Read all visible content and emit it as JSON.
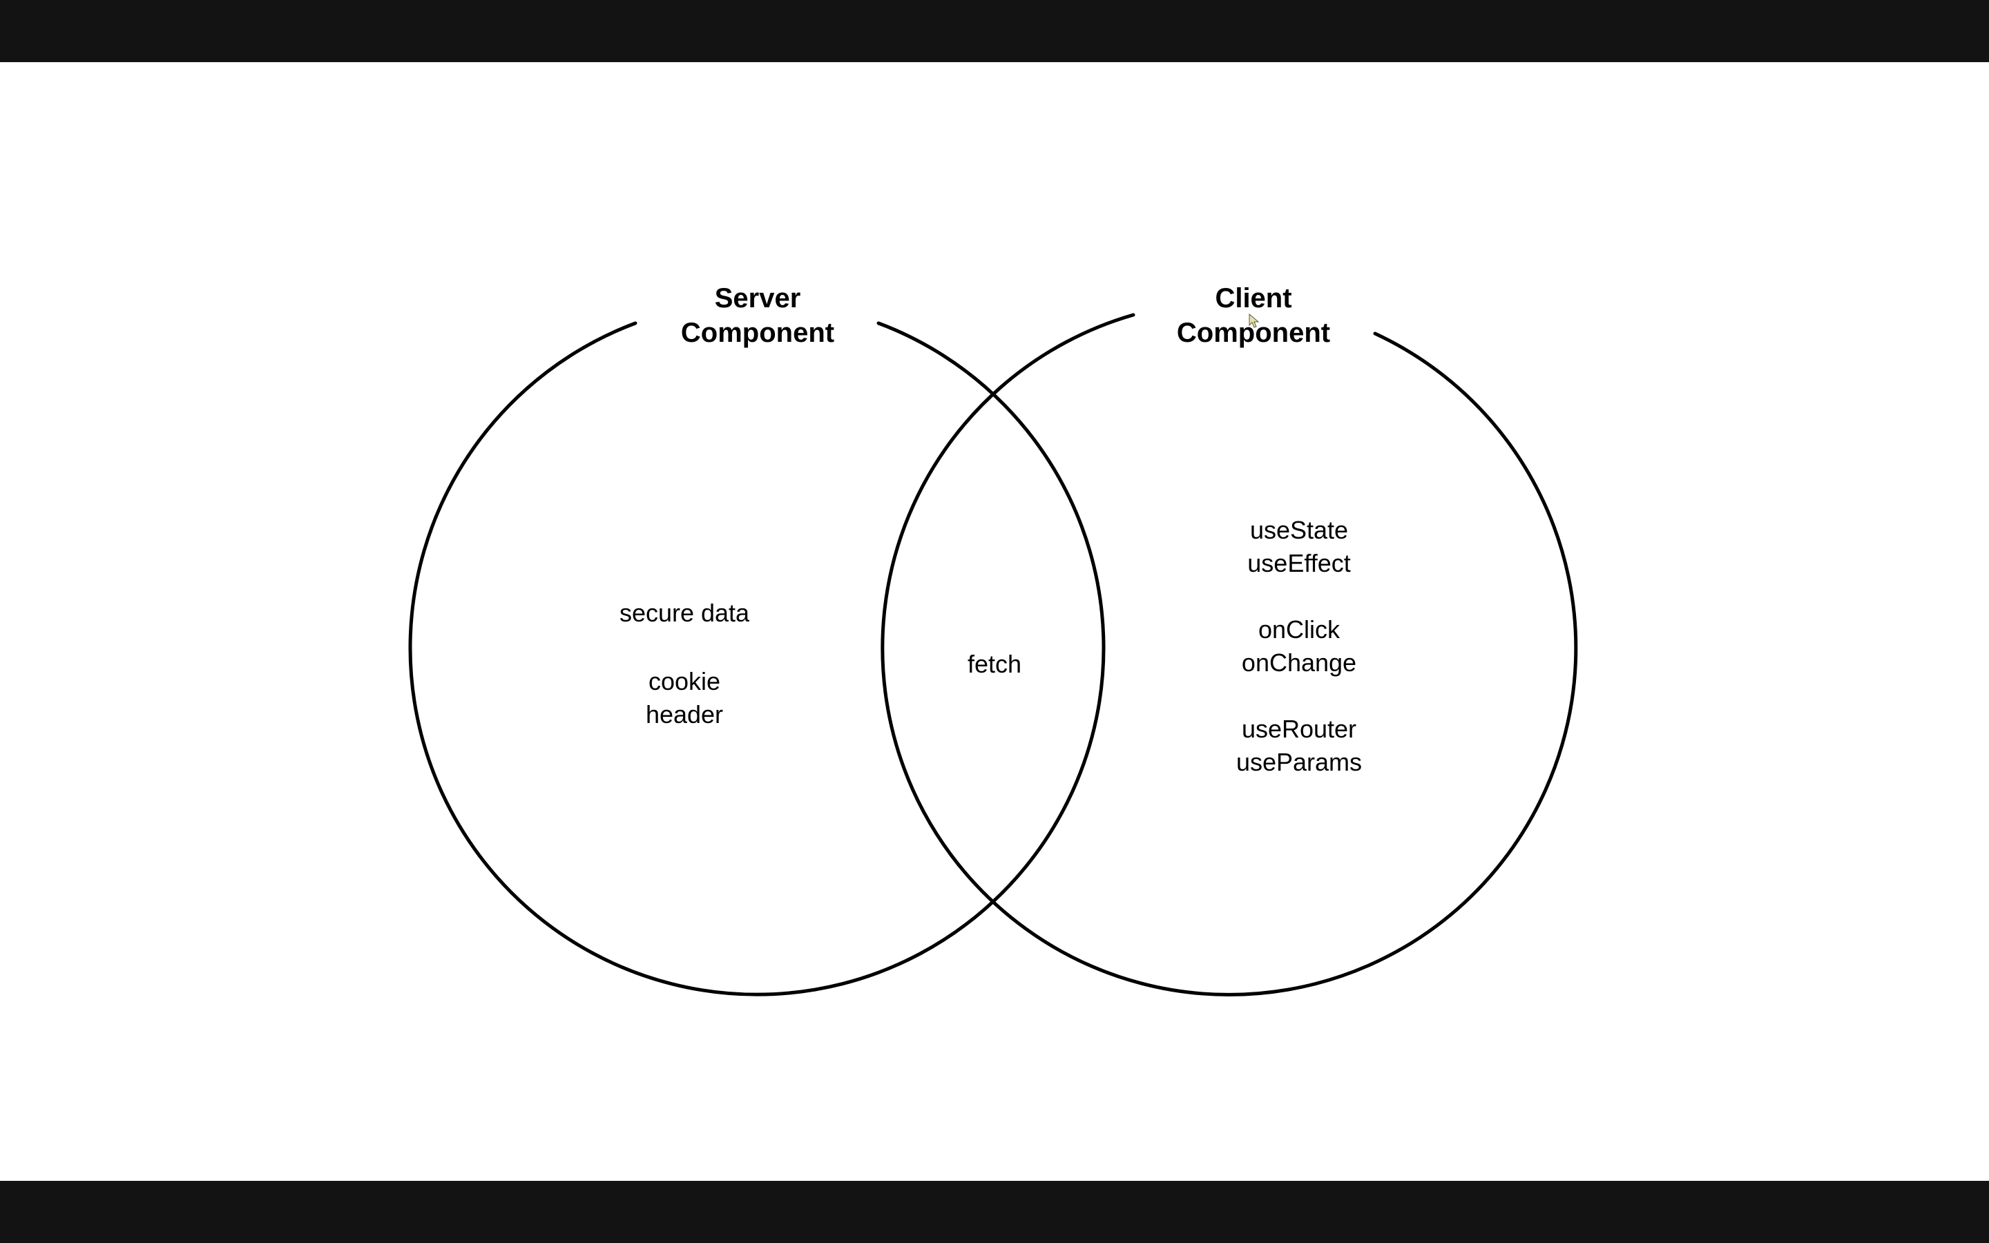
{
  "diagram": {
    "type": "venn",
    "colors": {
      "background": "#ffffff",
      "stroke": "#000000",
      "letterbox": "#131313"
    },
    "left_set": {
      "title_line1": "Server",
      "title_line2": "Component",
      "items": [
        "secure data",
        "cookie",
        "header"
      ]
    },
    "right_set": {
      "title_line1": "Client",
      "title_line2": "Component",
      "items": [
        "useState",
        "useEffect",
        "onClick",
        "onChange",
        "useRouter",
        "useParams"
      ]
    },
    "intersection": {
      "items": [
        "fetch"
      ]
    }
  },
  "icons": {
    "cursor": "mouse-pointer-icon"
  }
}
